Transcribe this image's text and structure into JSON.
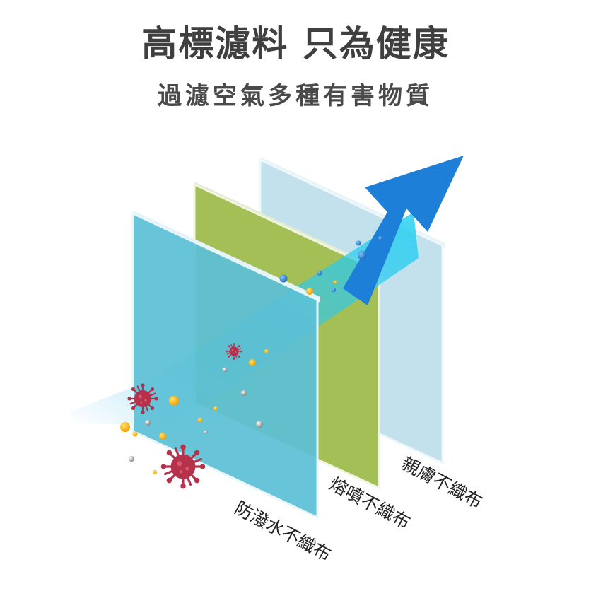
{
  "header": {
    "title": "高標濾料 只為健康",
    "subtitle": "過濾空氣多種有害物質"
  },
  "layers": [
    {
      "label": "防潑水不織布",
      "color": "#5bc0d6"
    },
    {
      "label": "熔噴不織布",
      "color": "#a3bf55"
    },
    {
      "label": "親膚不織布",
      "color": "#c3e1ec"
    }
  ],
  "arrow": {
    "color": "#1e7fd8"
  },
  "particles": {
    "virus_color": "#b5324a",
    "dust_color": "#f5b400",
    "grey_color": "#8a8a8a",
    "blue_color": "#2a86c9"
  }
}
